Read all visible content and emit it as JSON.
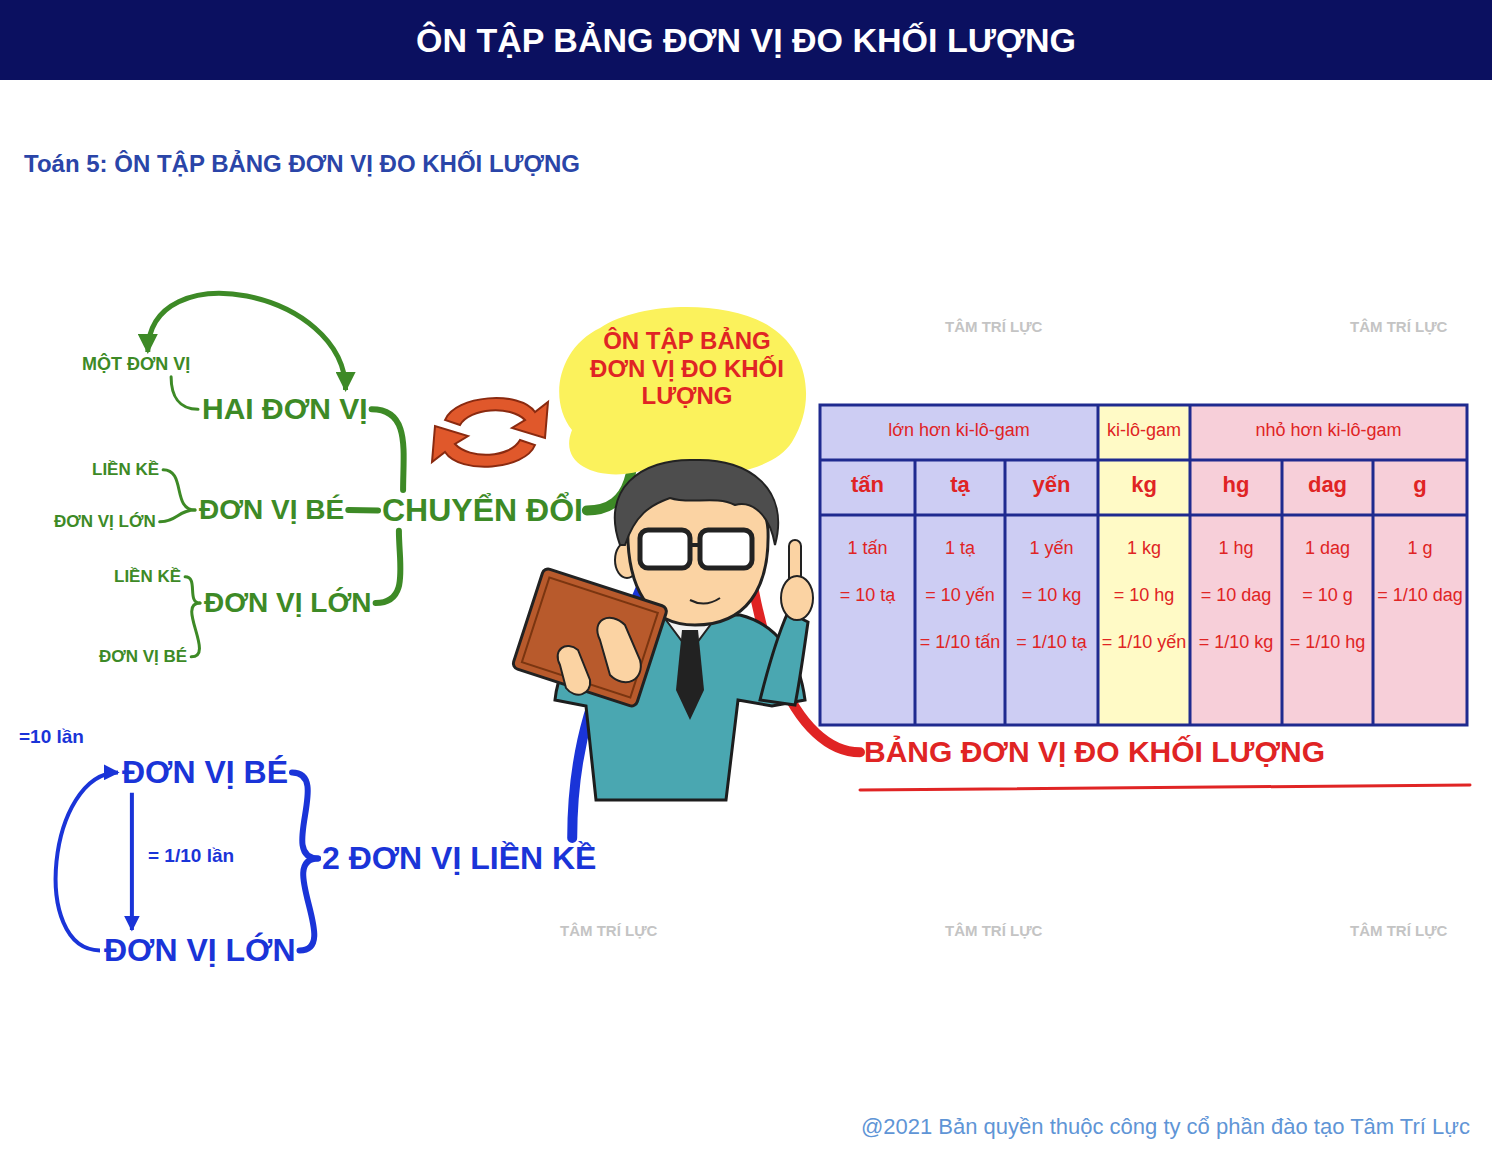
{
  "diagram": {
    "title": "ÔN TẬP BẢNG ĐƠN VỊ ĐO KHỐI LƯỢNG",
    "caption": "@2021 Bản quyền thuộc công ty cổ phần đào tạo Tâm Trí Lực",
    "nodes": [
      {
        "text": [
          "ÔN TẬP BẢNG ĐƠN VỊ ĐO KHỐI LƯỢNG"
        ]
      },
      {
        "text": [
          "CHUYỂN ĐỔI"
        ]
      },
      {
        "text": [
          "HAI ĐƠN VỊ"
        ]
      },
      {
        "text": [
          "MỘT ĐƠN VỊ"
        ]
      },
      {
        "text": [
          "ĐƠN VỊ BÉ"
        ]
      },
      {
        "text": [
          "LIỀN KỀ"
        ]
      },
      {
        "text": [
          "ĐƠN VỊ LỚN"
        ]
      },
      {
        "text": [
          "ĐƠN VỊ LỚN"
        ]
      },
      {
        "text": [
          "LIỀN KỀ"
        ]
      },
      {
        "text": [
          "ĐƠN VỊ BÉ"
        ]
      },
      {
        "text": [
          "BẢNG ĐƠN VỊ ĐO KHỐI LƯỢNG"
        ]
      },
      {
        "text": [
          "2 ĐƠN VỊ LIỀN KỀ"
        ]
      },
      {
        "text": [
          "ĐƠN VỊ BÉ"
        ]
      },
      {
        "text": [
          "ĐƠN VỊ LỚN"
        ]
      }
    ],
    "edges": [
      {
        "from": 0,
        "to": 1,
        "arrow": "none"
      },
      {
        "from": 1,
        "to": 2,
        "arrow": "none"
      },
      {
        "from": 2,
        "to": 3,
        "arrow": "none"
      },
      {
        "from": 3,
        "to": 2,
        "arrow": "both"
      },
      {
        "from": 1,
        "to": 4,
        "arrow": "none"
      },
      {
        "from": 4,
        "to": 5,
        "arrow": "none"
      },
      {
        "from": 4,
        "to": 6,
        "arrow": "none"
      },
      {
        "from": 1,
        "to": 7,
        "arrow": "none"
      },
      {
        "from": 7,
        "to": 8,
        "arrow": "none"
      },
      {
        "from": 7,
        "to": 9,
        "arrow": "none"
      },
      {
        "from": 0,
        "to": 10,
        "arrow": "none"
      },
      {
        "from": 0,
        "to": 11,
        "arrow": "none"
      },
      {
        "from": 11,
        "to": 12,
        "arrow": "none"
      },
      {
        "from": 11,
        "to": 13,
        "arrow": "none"
      },
      {
        "from": 13,
        "to": 12,
        "label": "=10 lần",
        "arrow": "to"
      },
      {
        "from": 12,
        "to": 13,
        "label": "= 1/10 lần",
        "arrow": "to"
      }
    ],
    "labels": [
      "Toán 5: ÔN TẬP BẢNG ĐƠN VỊ ĐO KHỐI LƯỢNG",
      "lớn hơn ki-lô-gam",
      "ki-lô-gam",
      "nhỏ hơn ki-lô-gam",
      "tấn",
      "tạ",
      "yến",
      "kg",
      "hg",
      "dag",
      "g",
      "1 tấn",
      "= 10 tạ",
      "1 tạ",
      "= 10 yến",
      "= 1/10 tấn",
      "1 yến",
      "= 10 kg",
      "= 1/10 tạ",
      "1 kg",
      "= 10 hg",
      "= 1/10 yến",
      "1 hg",
      "= 10 dag",
      "= 1/10 kg",
      "1 dag",
      "= 10 g",
      "= 1/10 hg",
      "1 g",
      "= 1/10 dag",
      "TÂM TRÍ LỰC",
      "TÂM TRÍ LỰC",
      "TÂM TRÍ LỰC",
      "TÂM TRÍ LỰC",
      "TÂM TRÍ LỰC"
    ]
  }
}
